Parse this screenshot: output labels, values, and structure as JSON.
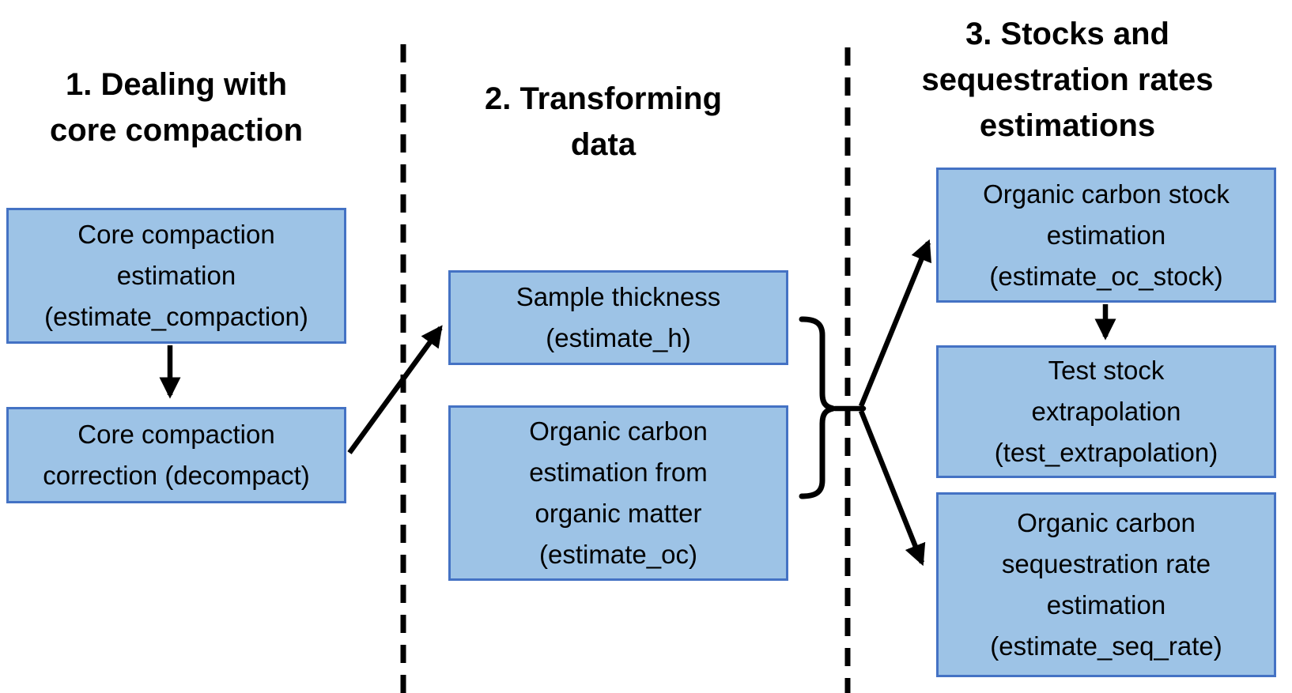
{
  "diagram": {
    "background_color": "#ffffff",
    "box_fill_color": "#9DC3E6",
    "box_border_color": "#4472C4",
    "connector_color": "#000000",
    "text_color": "#000000",
    "sections": [
      {
        "title_lines": [
          "1. Dealing with",
          "core compaction"
        ]
      },
      {
        "title_lines": [
          "2. Transforming",
          "data"
        ]
      },
      {
        "title_lines": [
          "3. Stocks and",
          "sequestration rates",
          "estimations"
        ]
      }
    ],
    "boxes": {
      "estimate_compaction": {
        "lines": [
          "Core compaction",
          "estimation",
          "(estimate_compaction)"
        ]
      },
      "decompact": {
        "lines": [
          "Core compaction",
          "correction (decompact)"
        ]
      },
      "estimate_h": {
        "lines": [
          "Sample thickness",
          "(estimate_h)"
        ]
      },
      "estimate_oc": {
        "lines": [
          "Organic carbon",
          "estimation from",
          "organic matter",
          "(estimate_oc)"
        ]
      },
      "estimate_oc_stock": {
        "lines": [
          "Organic carbon stock",
          "estimation",
          "(estimate_oc_stock)"
        ]
      },
      "test_extrapolation": {
        "lines": [
          "Test stock",
          "extrapolation",
          "(test_extrapolation)"
        ]
      },
      "estimate_seq_rate": {
        "lines": [
          "Organic carbon",
          "sequestration rate",
          "estimation",
          "(estimate_seq_rate)"
        ]
      }
    },
    "connections": [
      {
        "from": "estimate_compaction",
        "to": "decompact",
        "type": "arrow"
      },
      {
        "from": "decompact",
        "to": "estimate_h",
        "type": "arrow"
      },
      {
        "from": "estimate_h + estimate_oc",
        "to": "fork",
        "type": "brace"
      },
      {
        "from": "fork",
        "to": "estimate_oc_stock",
        "type": "arrow"
      },
      {
        "from": "fork",
        "to": "estimate_seq_rate",
        "type": "arrow"
      },
      {
        "from": "estimate_oc_stock",
        "to": "test_extrapolation",
        "type": "arrow"
      }
    ]
  }
}
